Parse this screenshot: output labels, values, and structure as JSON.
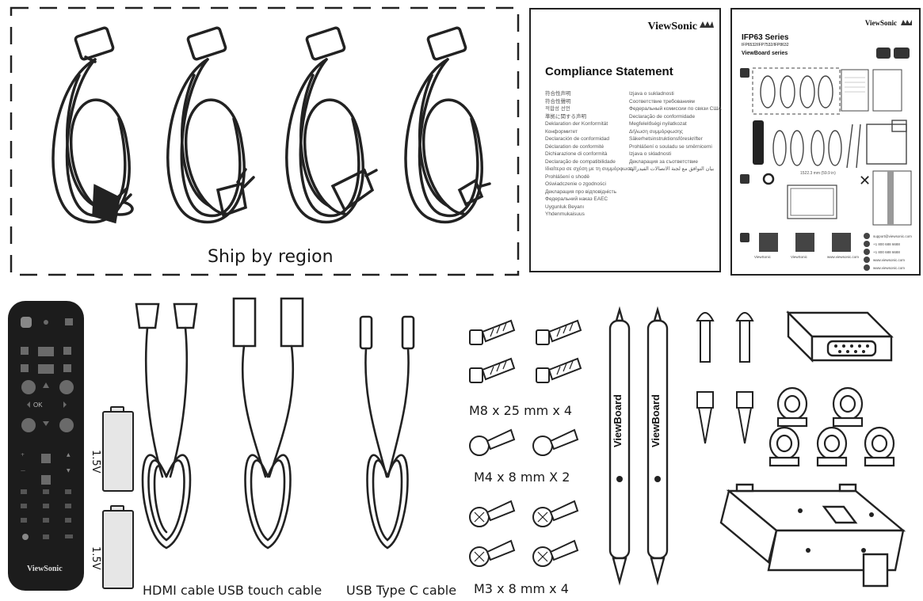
{
  "ship_region_label": "Ship by region",
  "compliance_doc": {
    "brand": "ViewSonic",
    "title": "Compliance Statement",
    "col1": [
      "符合性声明",
      "符合性聲明",
      "적합성 선언",
      "準拠に関する声明",
      "Deklaration der Konformität",
      "Конформитет",
      "Declaración de conformidad",
      "Déclaration de conformité",
      "Dichiarazione di conformità",
      "Declaração de compatibilidade",
      "Ιδιαίτερα σε σχέση με τη συμμόρφωση",
      "Prohlášení o shodě",
      "Oświadczenie o zgodności",
      "Декларация про відповідність",
      "Федеральний наказ ЕАЕС",
      "Uygunluk Beyanı",
      "Yhdenmukaisuus"
    ],
    "col2": [
      "Izjava o sukladnosti",
      "Соответствие требованиям",
      "Федеральный комиссии по связи США",
      "Declaração de conformidade",
      "Megfelelőségi nyilatkozat",
      "Δήλωση συμμόρφωσης",
      "Säkerhetsinstruktionsföreskrifter",
      "Prohlášení o souladu se směrnicemi",
      "Izjava o skladnosti",
      "Декларация за съответствие",
      "بيان التوافق مع لجنة الاتصالات الفيدرالية"
    ]
  },
  "quick_guide": {
    "brand": "ViewSonic",
    "series": "IFP63 Series",
    "models": "IFP6532/IFP7532/IFP8632",
    "subtitle": "ViewBoard series",
    "dims": "1522.3 mm (59.9 in)",
    "qr_captions": [
      "ViewSonic",
      "ViewSonic",
      "www.viewsonic.com"
    ],
    "contact_lines": [
      "support@viewsonic.com",
      "+1 800 688 6688",
      "+1 800 688 6688",
      "www.viewsonic.com",
      "www.viewsonic.com"
    ]
  },
  "remote": {
    "brand": "ViewSonic",
    "ok_label": "OK"
  },
  "batteries": [
    {
      "voltage": "1.5V"
    },
    {
      "voltage": "1.5V"
    }
  ],
  "cable_labels": {
    "hdmi": "HDMI cable",
    "usb_touch": "USB touch cable",
    "usb_c": "USB Type C cable"
  },
  "screw_labels": {
    "m8": "M8 x 25 mm x 4",
    "m4": "M4 x 8 mm X 2",
    "m3": "M3 x 8 mm x 4"
  },
  "pen_label": "ViewBoard",
  "colors": {
    "line": "#222222",
    "battery_fill": "#e6e6e6",
    "remote_body": "#1c1c1c"
  }
}
